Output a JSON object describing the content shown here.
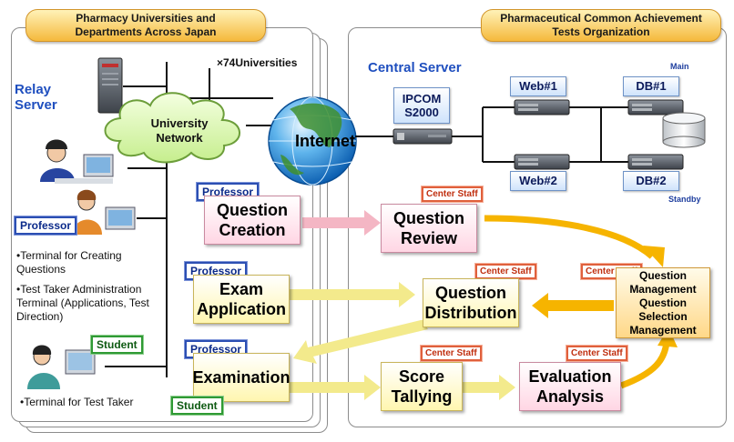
{
  "left_region": {
    "header": "Pharmacy Universities and Departments Across Japan",
    "relay_server": "Relay Server",
    "universities_count": "×74Universities",
    "university_network": "University Network",
    "bullets": {
      "creating": "•Terminal for Creating Questions",
      "admin": "•Test Taker Administration Terminal (Applications, Test Direction)",
      "taker": "•Terminal for Test Taker"
    },
    "professor_tag": "Professor",
    "student_tag": "Student"
  },
  "internet": "Internet",
  "right_region": {
    "header": "Pharmaceutical Common Achievement Tests Organization",
    "central_server": "Central Server",
    "ipcom": "IPCOM S2000",
    "web1": "Web#1",
    "web2": "Web#2",
    "db1": "DB#1",
    "db2": "DB#2",
    "main": "Main",
    "standby": "Standby",
    "center_staff": "Center Staff"
  },
  "workflow": {
    "question_creation": "Question Creation",
    "question_review": "Question Review",
    "exam_application": "Exam Application",
    "question_distribution": "Question Distribution",
    "examination": "Examination",
    "score_tallying": "Score Tallying",
    "evaluation_analysis": "Evaluation Analysis",
    "question_management": "Question Management Question Selection Management"
  },
  "colors": {
    "accent_blue": "#1f4fbf",
    "arrow_pink": "#f4b6c4",
    "arrow_yellow": "#f3ea8c",
    "arrow_orange": "#f6b400"
  }
}
